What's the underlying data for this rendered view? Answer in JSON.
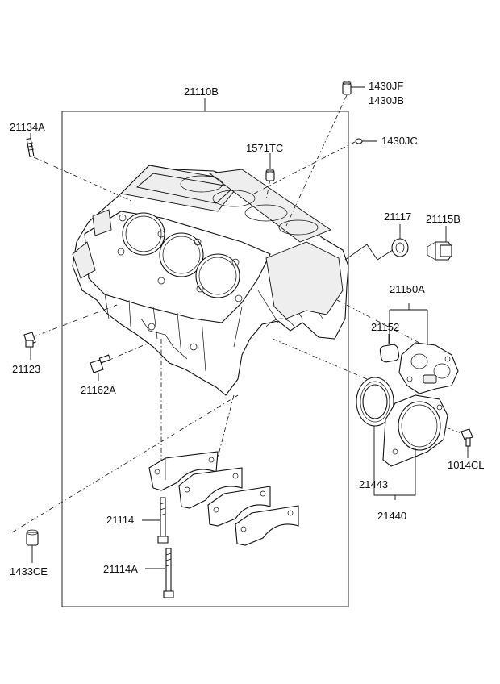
{
  "labels": {
    "block": "21110B",
    "stud": "21134A",
    "plug_jf": "1430JF",
    "plug_jb": "1430JB",
    "plug_jc": "1430JC",
    "plug_tc": "1571TC",
    "drain_plug": "21117",
    "drain_bolt": "21115B",
    "cover_assy": "21150A",
    "gasket": "21152",
    "plug_23": "21123",
    "bolt_62": "21162A",
    "seal": "21443",
    "seal_case": "21440",
    "bolt_cl": "1014CL",
    "cap_bolt": "21114",
    "cap_bolt_a": "21114A",
    "dowel": "1433CE"
  }
}
